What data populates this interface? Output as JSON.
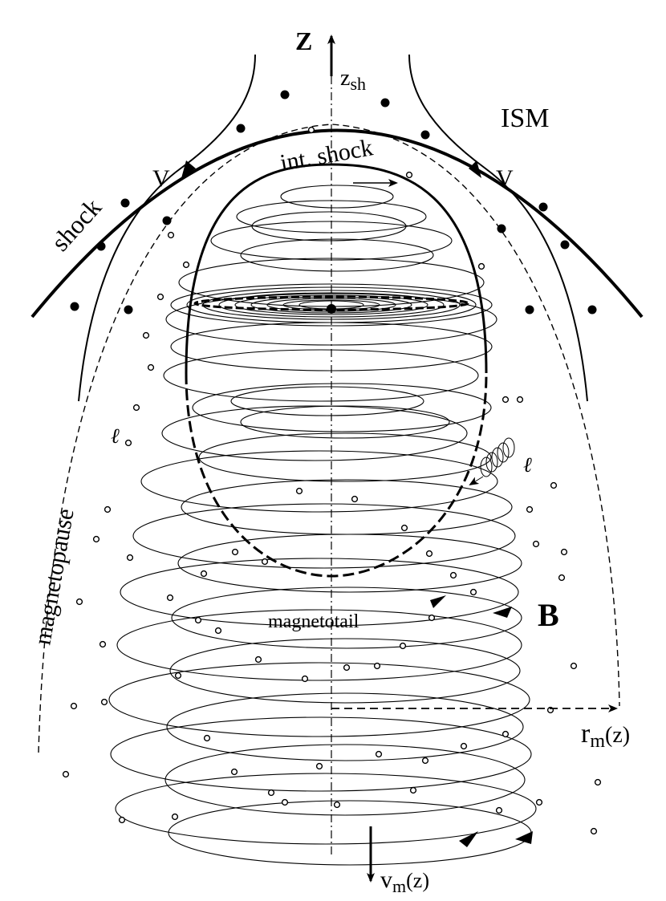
{
  "labels": {
    "z_axis": "Z",
    "z_shock_main": "z",
    "z_shock_sub": "sh",
    "ism": "ISM",
    "shock": "shock",
    "v_left": "V",
    "v_right": "V",
    "int_shock": "int. shock",
    "magnetopause": "magnetopause",
    "ell_left": "ℓ",
    "ell_right": "ℓ",
    "b_field": "B",
    "magnetotail": "magnetotail",
    "r_main": "r",
    "r_sub": "m",
    "r_arg": "(z)",
    "v_main": "v",
    "v_sub": "m",
    "v_arg": "(z)"
  },
  "colors": {
    "ink": "#000000",
    "background": "#ffffff"
  }
}
